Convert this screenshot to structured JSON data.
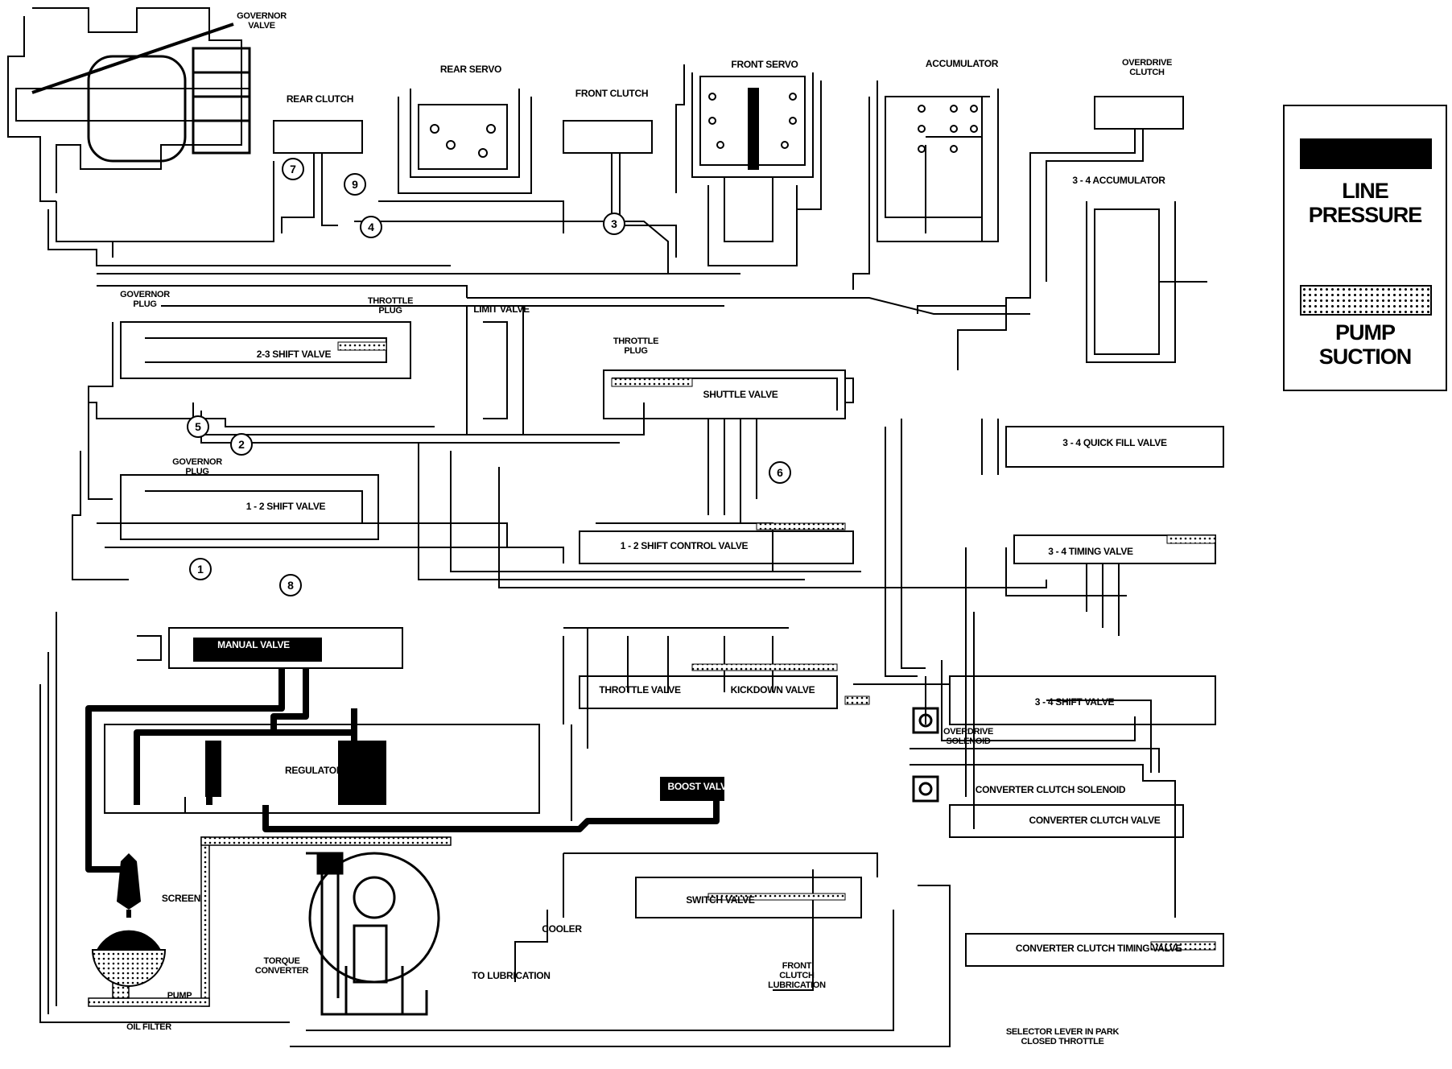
{
  "labels": {
    "governor_valve": "GOVERNOR\nVALVE",
    "rear_servo": "REAR SERVO",
    "rear_clutch": "REAR CLUTCH",
    "front_clutch": "FRONT CLUTCH",
    "front_servo": "FRONT SERVO",
    "accumulator": "ACCUMULATOR",
    "overdrive_clutch": "OVERDRIVE\nCLUTCH",
    "accumulator_3_4": "3 - 4 ACCUMULATOR",
    "governor_plug_upper": "GOVERNOR\nPLUG",
    "throttle_plug_upper": "THROTTLE\nPLUG",
    "limit_valve": "LIMIT VALVE",
    "shift_valve_2_3": "2-3 SHIFT VALVE",
    "throttle_plug_shuttle": "THROTTLE\nPLUG",
    "shuttle_valve": "SHUTTLE VALVE",
    "quick_fill_valve_3_4": "3 - 4 QUICK FILL VALVE",
    "governor_plug_lower": "GOVERNOR\nPLUG",
    "shift_valve_1_2": "1 - 2 SHIFT VALVE",
    "shift_control_valve_1_2": "1 - 2 SHIFT CONTROL VALVE",
    "timing_valve_3_4": "3 - 4 TIMING VALVE",
    "manual_valve": "MANUAL VALVE",
    "throttle_valve": "THROTTLE VALVE",
    "kickdown_valve": "KICKDOWN VALVE",
    "shift_valve_3_4": "3 - 4 SHIFT VALVE",
    "overdrive_solenoid": "OVERDRIVE\nSOLENOID",
    "regulator_valve": "REGULATOR VALVE",
    "boost_valve": "BOOST VALVE",
    "converter_clutch_solenoid": "CONVERTER CLUTCH SOLENOID",
    "converter_clutch_valve": "CONVERTER CLUTCH VALVE",
    "screen": "SCREEN",
    "switch_valve": "SWITCH VALVE",
    "cooler": "COOLER",
    "torque_converter": "TORQUE\nCONVERTER",
    "to_lubrication": "TO LUBRICATION",
    "front_clutch_lubrication": "FRONT\nCLUTCH\nLUBRICATION",
    "converter_clutch_timing_valve": "CONVERTER CLUTCH TIMING VALVE",
    "pump": "PUMP",
    "oil_filter": "OIL FILTER",
    "selector_note": "SELECTOR LEVER IN PARK\nCLOSED THROTTLE"
  },
  "check_balls": [
    "7",
    "9",
    "4",
    "3",
    "5",
    "2",
    "6",
    "1",
    "8"
  ],
  "legend": {
    "line_pressure": "LINE PRESSURE",
    "pump_suction": "PUMP\nSUCTION"
  },
  "colors": {
    "line_pressure": "#000000",
    "passage": "#000000",
    "background": "#ffffff"
  }
}
